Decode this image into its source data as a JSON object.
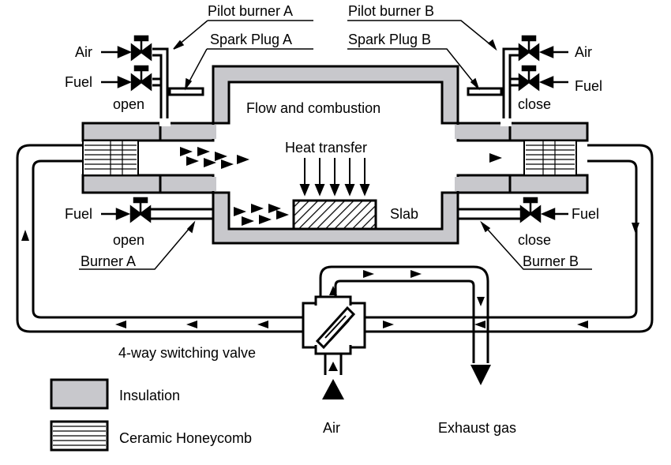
{
  "labels": {
    "pilot_burner_a": "Pilot burner A",
    "pilot_burner_b": "Pilot burner B",
    "spark_plug_a": "Spark Plug A",
    "spark_plug_b": "Spark Plug B",
    "air_a": "Air",
    "fuel_a_pilot": "Fuel",
    "air_b": "Air",
    "fuel_b_pilot": "Fuel",
    "open_a_top": "open",
    "close_b_top": "close",
    "flow_combustion": "Flow and combustion",
    "heat_transfer": "Heat transfer",
    "slab": "Slab",
    "fuel_a_main": "Fuel",
    "fuel_b_main": "Fuel",
    "open_a_bottom": "open",
    "close_b_bottom": "close",
    "burner_a": "Burner A",
    "burner_b": "Burner B",
    "switching_valve": "4-way switching valve",
    "air_inlet": "Air",
    "exhaust_gas": "Exhaust gas"
  },
  "legend": [
    {
      "label": "Insulation",
      "pattern": "insulation"
    },
    {
      "label": "Ceramic Honeycomb",
      "pattern": "honeycomb"
    }
  ],
  "colors": {
    "insulation": "#c8c8cc",
    "line": "#000000",
    "background": "#ffffff"
  }
}
